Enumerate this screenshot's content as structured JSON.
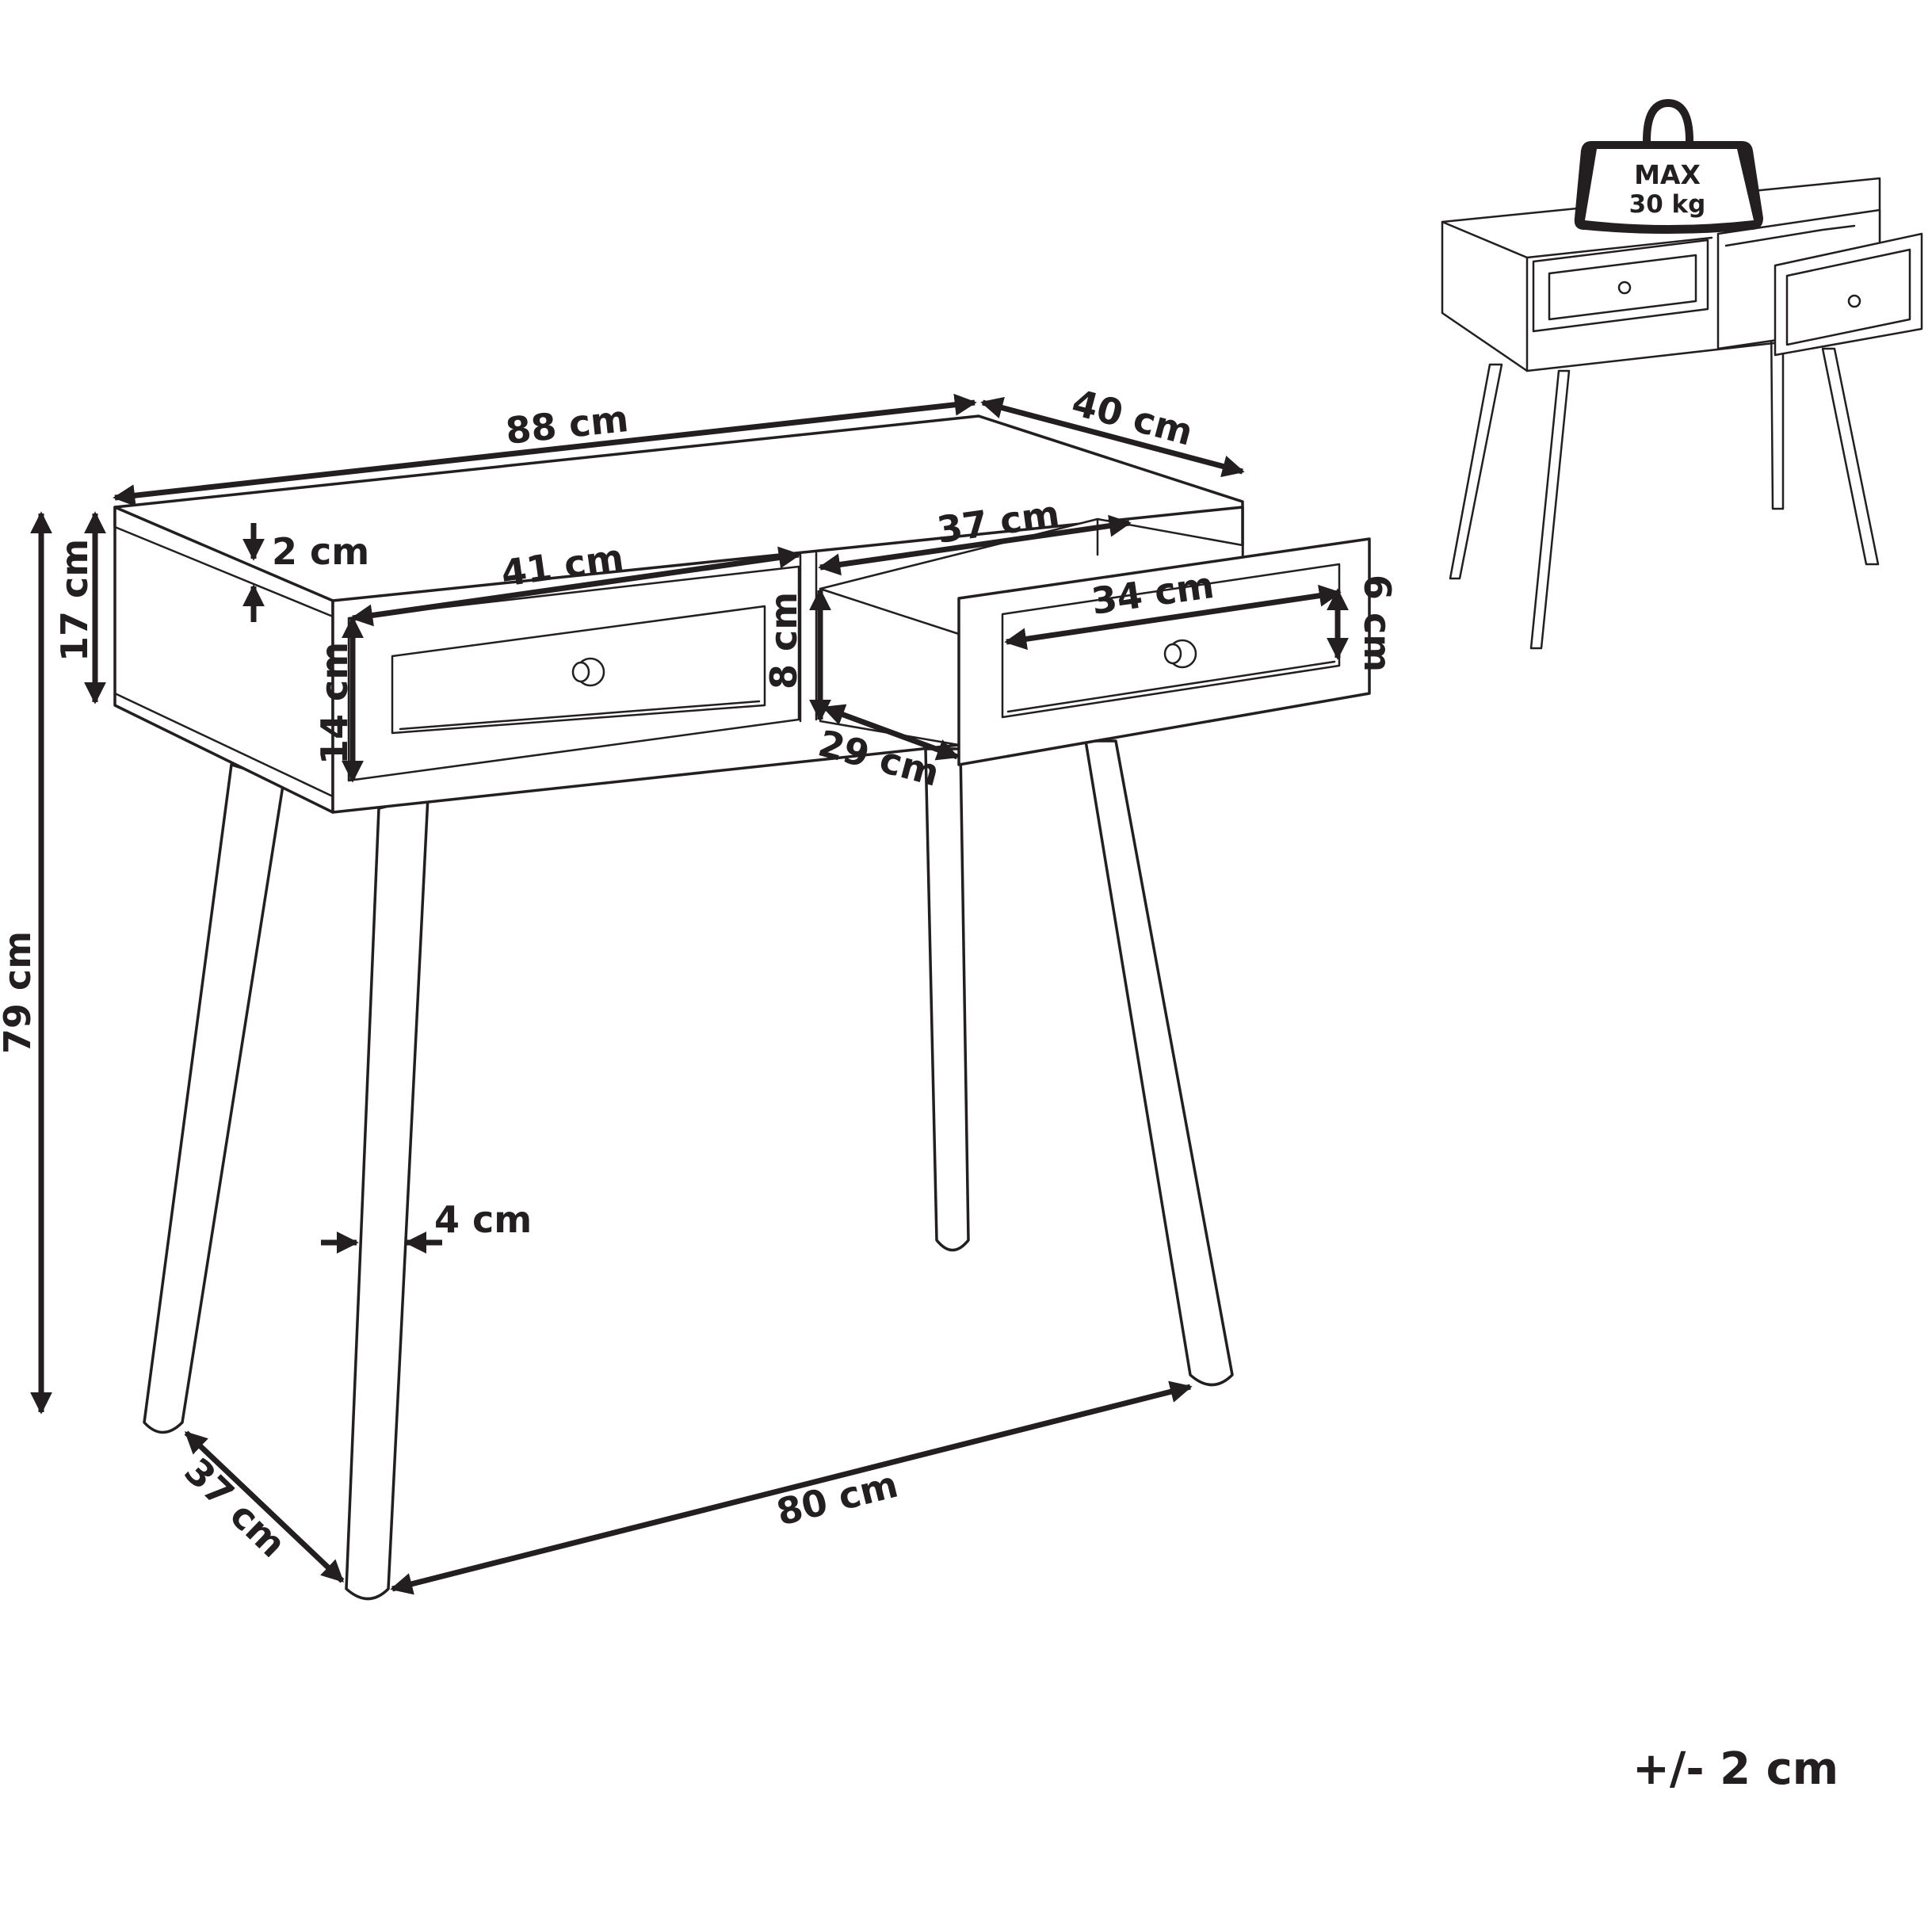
{
  "dimensions": {
    "width_88": "88 cm",
    "depth_40": "40 cm",
    "height_79": "79 cm",
    "apron_17": "17 cm",
    "top_2": "2 cm",
    "drawer_width_41": "41 cm",
    "drawer_width_37": "37 cm",
    "drawer_front_34": "34 cm",
    "drawer_height_14": "14 cm",
    "drawer_inner_8": "8 cm",
    "drawer_front_6": "6 cm",
    "drawer_depth_29": "29 cm",
    "leg_4": "4 cm",
    "leg_span_80": "80 cm",
    "leg_span_37": "37 cm"
  },
  "load_badge": {
    "line1": "MAX",
    "line2": "30 kg"
  },
  "tolerance": "+/- 2 cm"
}
